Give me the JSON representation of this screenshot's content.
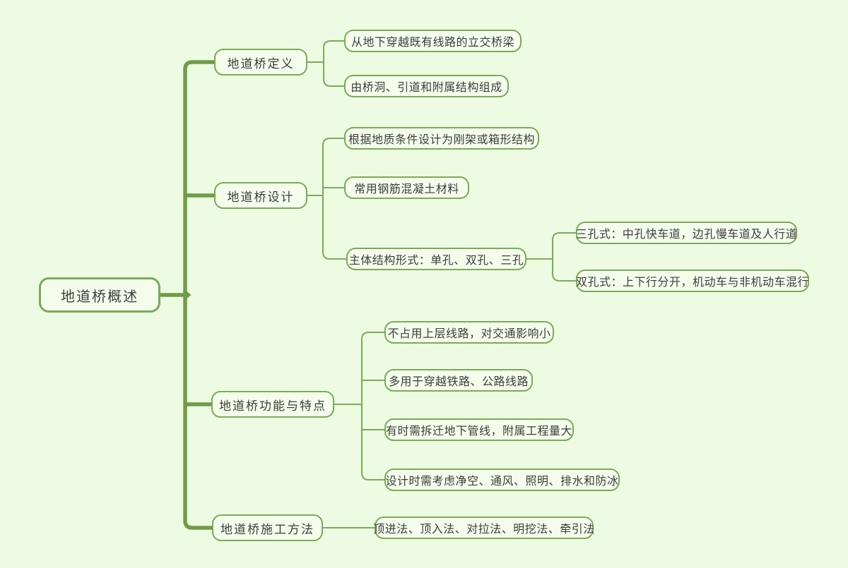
{
  "mindmap": {
    "root": {
      "label": "地道桥概述"
    },
    "branches": [
      {
        "label": "地道桥定义",
        "children": [
          {
            "label": "从地下穿越既有线路的立交桥梁"
          },
          {
            "label": "由桥洞、引道和附属结构组成"
          }
        ]
      },
      {
        "label": "地道桥设计",
        "children": [
          {
            "label": "根据地质条件设计为刚架或箱形结构"
          },
          {
            "label": "常用钢筋混凝土材料"
          },
          {
            "label": "主体结构形式：单孔、双孔、三孔",
            "children": [
              {
                "label": "三孔式：中孔快车道，边孔慢车道及人行道"
              },
              {
                "label": "双孔式：上下行分开，机动车与非机动车混行"
              }
            ]
          }
        ]
      },
      {
        "label": "地道桥功能与特点",
        "children": [
          {
            "label": "不占用上层线路，对交通影响小"
          },
          {
            "label": "多用于穿越铁路、公路线路"
          },
          {
            "label": "有时需拆迁地下管线，附属工程量大"
          },
          {
            "label": "设计时需考虑净空、通风、照明、排水和防冰"
          }
        ]
      },
      {
        "label": "地道桥施工方法",
        "children": [
          {
            "label": "顶进法、顶入法、对拉法、明挖法、牵引法"
          }
        ]
      }
    ],
    "colors": {
      "background": "#ecfbe2",
      "node_fill": "#f4fdec",
      "node_border": "#7caa58",
      "trunk_line": "#6f9c46",
      "text": "#3d3d3d"
    }
  }
}
